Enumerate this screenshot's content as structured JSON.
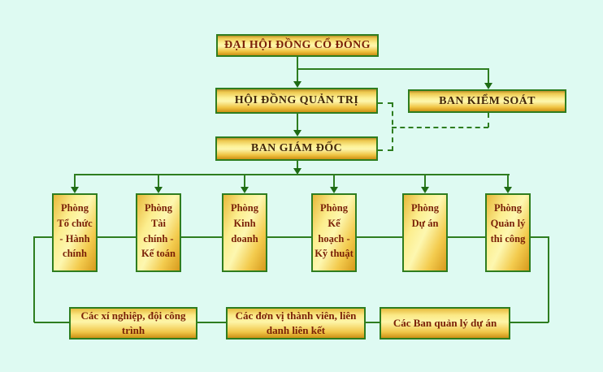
{
  "diagram_title": "Company organization chart",
  "colors": {
    "background": "#defaf2",
    "connector_line": "#2e7d20",
    "box_border": "#2f7d1f",
    "box_fill_light": "#fdf6ad",
    "box_fill_gold": "#cd9015",
    "top_text": "#7a2007",
    "exec_text": "#43260a"
  },
  "nodes": {
    "shareholders": "ĐẠI HỘI ĐỒNG CỔ ĐÔNG",
    "board": "HỘI ĐỒNG QUẢN TRỊ",
    "supervisory": "BAN KIỂM SOÁT",
    "directors": "BAN GIÁM ĐỐC",
    "departments": [
      "Phòng Tổ chức  - Hành chính",
      "Phòng Tài chính - Kế toán",
      "Phòng Kinh doanh",
      "Phòng Kế hoạch - Kỹ thuật",
      "Phòng Dự án",
      "Phòng Quản lý thi công"
    ],
    "units": [
      "Các xí  nghiệp, đội công trình",
      "Các  đơn vị thành viên, liên danh liên kết",
      "Các Ban quản lý dự án"
    ]
  },
  "edges": {
    "solid": [
      "shareholders -> board",
      "shareholders -> supervisory",
      "board -> directors",
      "directors -> departments (6 arrows)",
      "departments side rails -> units row"
    ],
    "dashed": [
      "board -- supervisory",
      "supervisory -- directors"
    ]
  }
}
